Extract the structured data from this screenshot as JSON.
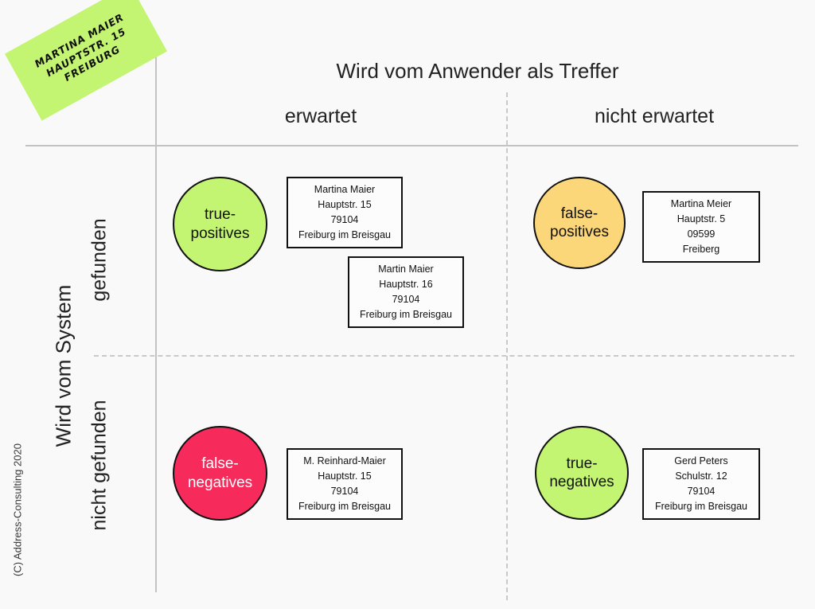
{
  "sticky_note": {
    "lines": [
      "MARTINA MAIER",
      "HAUPTSTR. 15",
      "FREIBURG"
    ],
    "color": "#c3f472"
  },
  "column_header": {
    "title": "Wird vom Anwender als Treffer",
    "left_label": "erwartet",
    "right_label": "nicht erwartet"
  },
  "row_header": {
    "title": "Wird vom System",
    "top_label": "gefunden",
    "bottom_label": "nicht gefunden"
  },
  "footer": {
    "copyright": "(C) Address-Consulting 2020"
  },
  "quadrants": [
    {
      "key": "true-positives",
      "bubble": {
        "line1": "true-",
        "line2": "positives",
        "fill": "#c3f472",
        "text_color": "#111111"
      },
      "cards": [
        {
          "name": "Martina Maier",
          "street": "Hauptstr. 15",
          "zip": "79104",
          "city": "Freiburg im Breisgau"
        },
        {
          "name": "Martin Maier",
          "street": "Hauptstr. 16",
          "zip": "79104",
          "city": "Freiburg im Breisgau"
        }
      ]
    },
    {
      "key": "false-positives",
      "bubble": {
        "line1": "false-",
        "line2": "positives",
        "fill": "#fbd77a",
        "text_color": "#111111"
      },
      "cards": [
        {
          "name": "Martina Meier",
          "street": "Hauptstr. 5",
          "zip": "09599",
          "city": "Freiberg"
        }
      ]
    },
    {
      "key": "false-negatives",
      "bubble": {
        "line1": "false-",
        "line2": "negatives",
        "fill": "#f72a5c",
        "text_color": "#ffffff"
      },
      "cards": [
        {
          "name": "M. Reinhard-Maier",
          "street": "Hauptstr. 15",
          "zip": "79104",
          "city": "Freiburg im Breisgau"
        }
      ]
    },
    {
      "key": "true-negatives",
      "bubble": {
        "line1": "true-",
        "line2": "negatives",
        "fill": "#c3f472",
        "text_color": "#111111"
      },
      "cards": [
        {
          "name": "Gerd Peters",
          "street": "Schulstr. 12",
          "zip": "79104",
          "city": "Freiburg im Breisgau"
        }
      ]
    }
  ]
}
